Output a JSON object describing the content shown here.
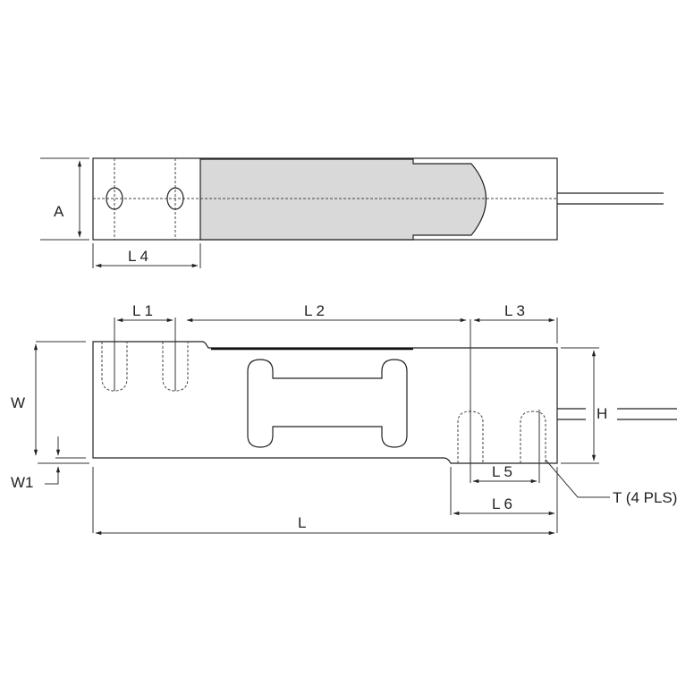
{
  "colors": {
    "line": "#222222",
    "shade": "#d9d9d9",
    "background": "#ffffff"
  },
  "top_view": {
    "dim_a": "A",
    "dim_l4": "L 4"
  },
  "side_view": {
    "dim_l1": "L 1",
    "dim_l2": "L 2",
    "dim_l3": "L 3",
    "dim_w": "W",
    "dim_w1": "W1",
    "dim_h": "H",
    "dim_l5": "L 5",
    "dim_l6": "L 6",
    "dim_l": "L",
    "thread_note": "T (4 PLS)"
  }
}
